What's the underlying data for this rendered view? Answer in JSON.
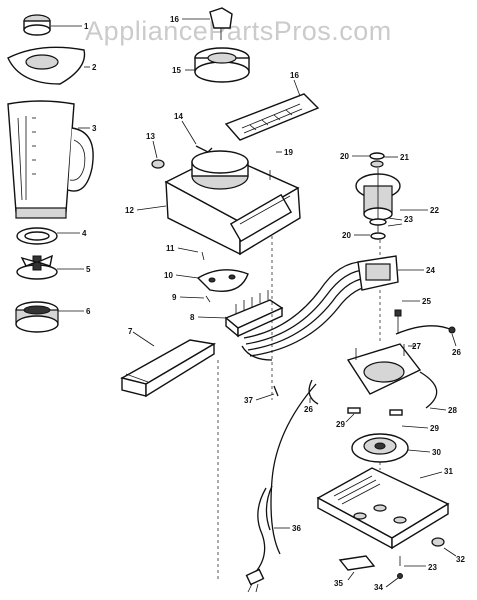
{
  "watermark": "AppliancePartsPros.com",
  "callouts": {
    "c1": "1",
    "c2": "2",
    "c3": "3",
    "c4": "4",
    "c5": "5",
    "c6": "6",
    "c7": "7",
    "c8": "8",
    "c9": "9",
    "c10": "10",
    "c11": "11",
    "c12": "12",
    "c13": "13",
    "c14": "14",
    "c15": "15",
    "c16a": "16",
    "c16b": "16",
    "c19": "19",
    "c20a": "20",
    "c20b": "20",
    "c21": "21",
    "c22": "22",
    "c23a": "23",
    "c23b": "23",
    "c24": "24",
    "c25": "25",
    "c26a": "26",
    "c26b": "26",
    "c27": "27",
    "c28": "28",
    "c29a": "29",
    "c29b": "29",
    "c30": "30",
    "c31": "31",
    "c32": "32",
    "c34": "34",
    "c35": "35",
    "c36": "36",
    "c37": "37"
  }
}
